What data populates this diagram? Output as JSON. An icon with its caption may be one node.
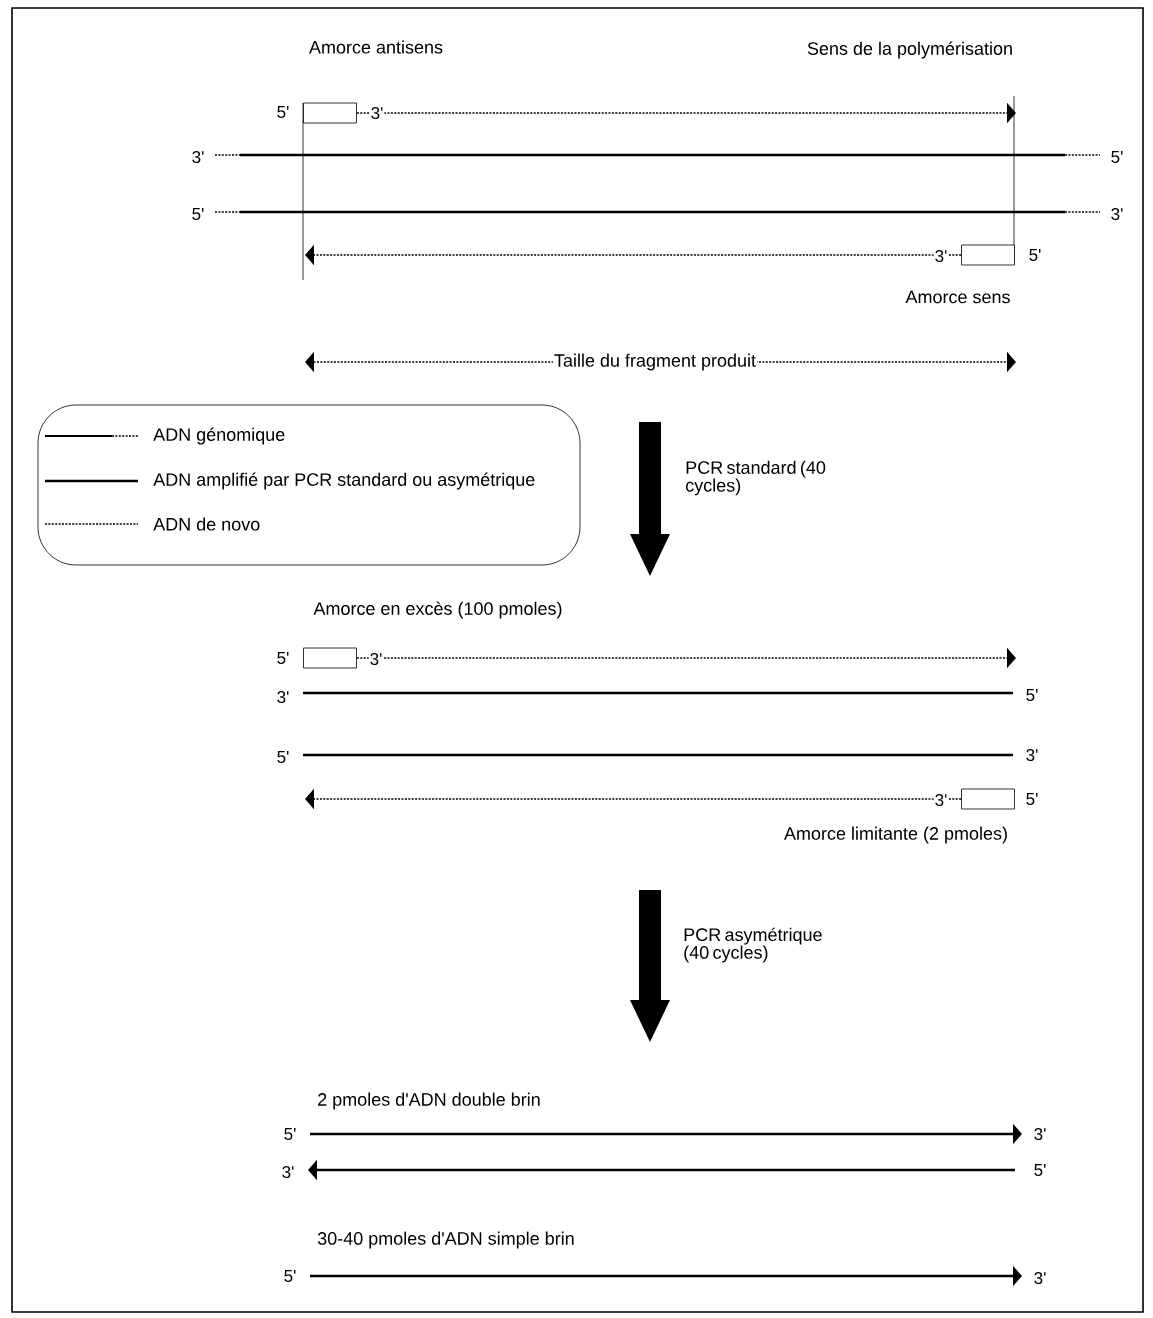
{
  "diagram": {
    "nodes": [
      {
        "text": [],
        "shape": "box",
        "beside": [
          "Amorce antisens",
          "5'",
          "3'"
        ]
      },
      {
        "text": [],
        "shape": "box",
        "beside": [
          "3'",
          "5'",
          "Amorce sens"
        ]
      },
      {
        "text": [],
        "shape": "box",
        "beside": [
          "Amorce en excès (100 pmoles)",
          "5'",
          "3'"
        ]
      },
      {
        "text": [],
        "shape": "box",
        "beside": [
          "3'",
          "5'",
          "Amorce limitante (2 pmoles)"
        ]
      }
    ],
    "edges": [
      {
        "from": 0,
        "to": null,
        "arrow": "to",
        "style": "dashed"
      },
      {
        "from": 1,
        "to": null,
        "arrow": "to",
        "style": "dashed"
      },
      {
        "from": 2,
        "to": null,
        "arrow": "to",
        "style": "dashed"
      },
      {
        "from": 3,
        "to": null,
        "arrow": "to",
        "style": "dashed"
      }
    ],
    "labels": [
      "Sens de la polymérisation",
      "3'",
      "5'",
      "5'",
      "3'",
      "Taille du fragment produit",
      "PCR standard (40 cycles)",
      "3'",
      "5'",
      "5'",
      "3'",
      "PCR asymétrique (40 cycles)",
      "2 pmoles d'ADN double brin",
      "5'",
      "3'",
      "3'",
      "5'",
      "30-40 pmoles d'ADN simple brin",
      "5'",
      "3'"
    ],
    "legend": [
      {
        "text": "ADN génomique"
      },
      {
        "text": "ADN amplifié par PCR standard ou asymétrique"
      },
      {
        "text": "ADN de novo"
      }
    ]
  }
}
